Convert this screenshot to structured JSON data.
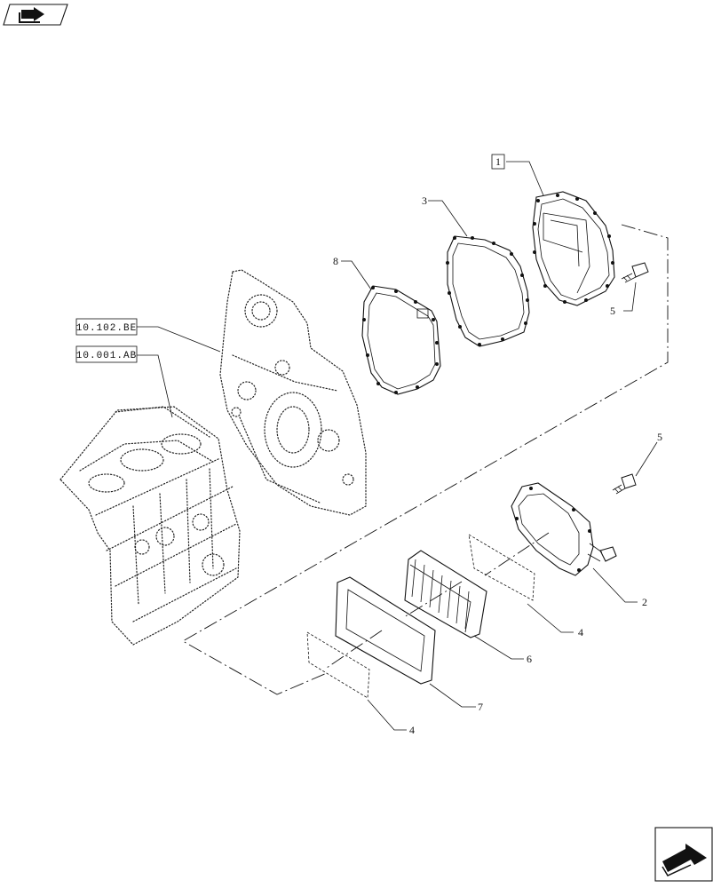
{
  "diagram": {
    "references": [
      {
        "id": "ref-upper",
        "label": "10.102.BE"
      },
      {
        "id": "ref-lower",
        "label": "10.001.AB"
      }
    ],
    "callouts": [
      {
        "id": "c1",
        "label": "1"
      },
      {
        "id": "c3",
        "label": "3"
      },
      {
        "id": "c8",
        "label": "8"
      },
      {
        "id": "c5a",
        "label": "5"
      },
      {
        "id": "c5b",
        "label": "5"
      },
      {
        "id": "c2",
        "label": "2"
      },
      {
        "id": "c4a",
        "label": "4"
      },
      {
        "id": "c6",
        "label": "6"
      },
      {
        "id": "c7",
        "label": "7"
      },
      {
        "id": "c4b",
        "label": "4"
      }
    ]
  },
  "nav": {
    "prev_icon": "back-arrow-icon",
    "next_icon": "next-page-arrow-icon"
  }
}
